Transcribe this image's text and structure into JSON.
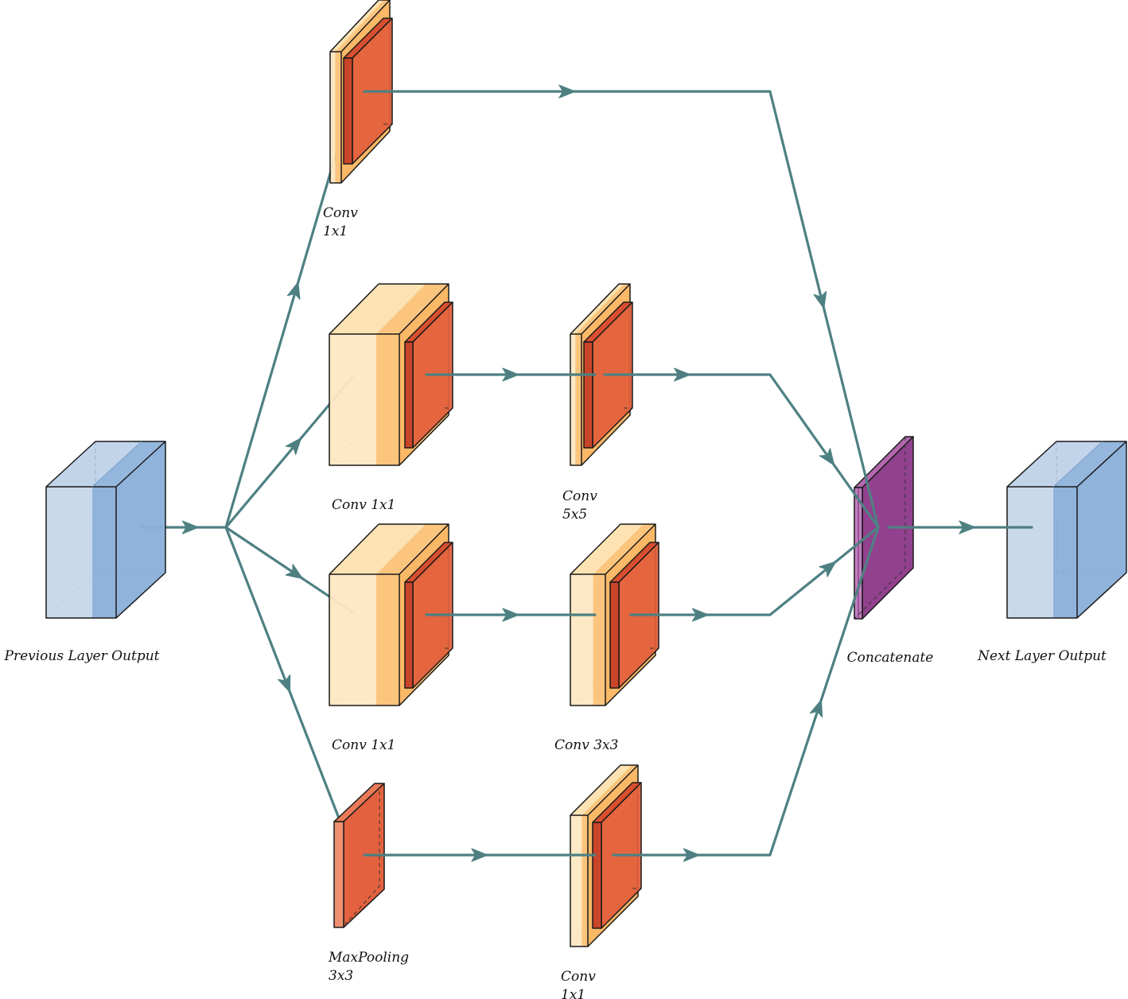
{
  "diagram": {
    "title": "",
    "colors": {
      "edge": "#4e8082",
      "input_front": "#c5d7ea",
      "input_accent": "#8aafd9",
      "conv_front": "#fde8c2",
      "conv_band": "#fcc57e",
      "conv_inner": "#e25d3b",
      "pool": "#e4613f",
      "concat": "#8e3b8a",
      "concat_side": "#c27fc0"
    },
    "nodes": [
      {
        "id": "prev",
        "kind": "input-block",
        "label_lines": [
          "Previous Layer Output"
        ]
      },
      {
        "id": "b1_conv",
        "kind": "thin-conv",
        "label_lines": [
          "Conv",
          "1x1"
        ]
      },
      {
        "id": "b2_conv",
        "kind": "wide-conv",
        "label_lines": [
          "Conv 1x1"
        ]
      },
      {
        "id": "b2_conv5",
        "kind": "thin-conv",
        "label_lines": [
          "Conv",
          "5x5"
        ]
      },
      {
        "id": "b3_conv",
        "kind": "wide-conv",
        "label_lines": [
          "Conv 1x1"
        ]
      },
      {
        "id": "b3_conv3",
        "kind": "mid-conv",
        "label_lines": [
          "Conv 3x3"
        ]
      },
      {
        "id": "b4_pool",
        "kind": "pool",
        "label_lines": [
          "MaxPooling",
          "3x3"
        ]
      },
      {
        "id": "b4_conv",
        "kind": "mid-conv",
        "label_lines": [
          "Conv",
          "1x1"
        ]
      },
      {
        "id": "concat",
        "kind": "concat",
        "label_lines": [
          "Concatenate"
        ]
      },
      {
        "id": "next",
        "kind": "input-block",
        "label_lines": [
          "Next Layer Output"
        ]
      }
    ],
    "edges": [
      {
        "from": "prev",
        "to": "split"
      },
      {
        "from": "split",
        "to": "b1_conv"
      },
      {
        "from": "split",
        "to": "b2_conv"
      },
      {
        "from": "split",
        "to": "b3_conv"
      },
      {
        "from": "split",
        "to": "b4_pool"
      },
      {
        "from": "b1_conv",
        "to": "concat"
      },
      {
        "from": "b2_conv",
        "to": "b2_conv5"
      },
      {
        "from": "b2_conv5",
        "to": "concat"
      },
      {
        "from": "b3_conv",
        "to": "b3_conv3"
      },
      {
        "from": "b3_conv3",
        "to": "concat"
      },
      {
        "from": "b4_pool",
        "to": "b4_conv"
      },
      {
        "from": "b4_conv",
        "to": "concat"
      },
      {
        "from": "concat",
        "to": "next"
      }
    ]
  }
}
